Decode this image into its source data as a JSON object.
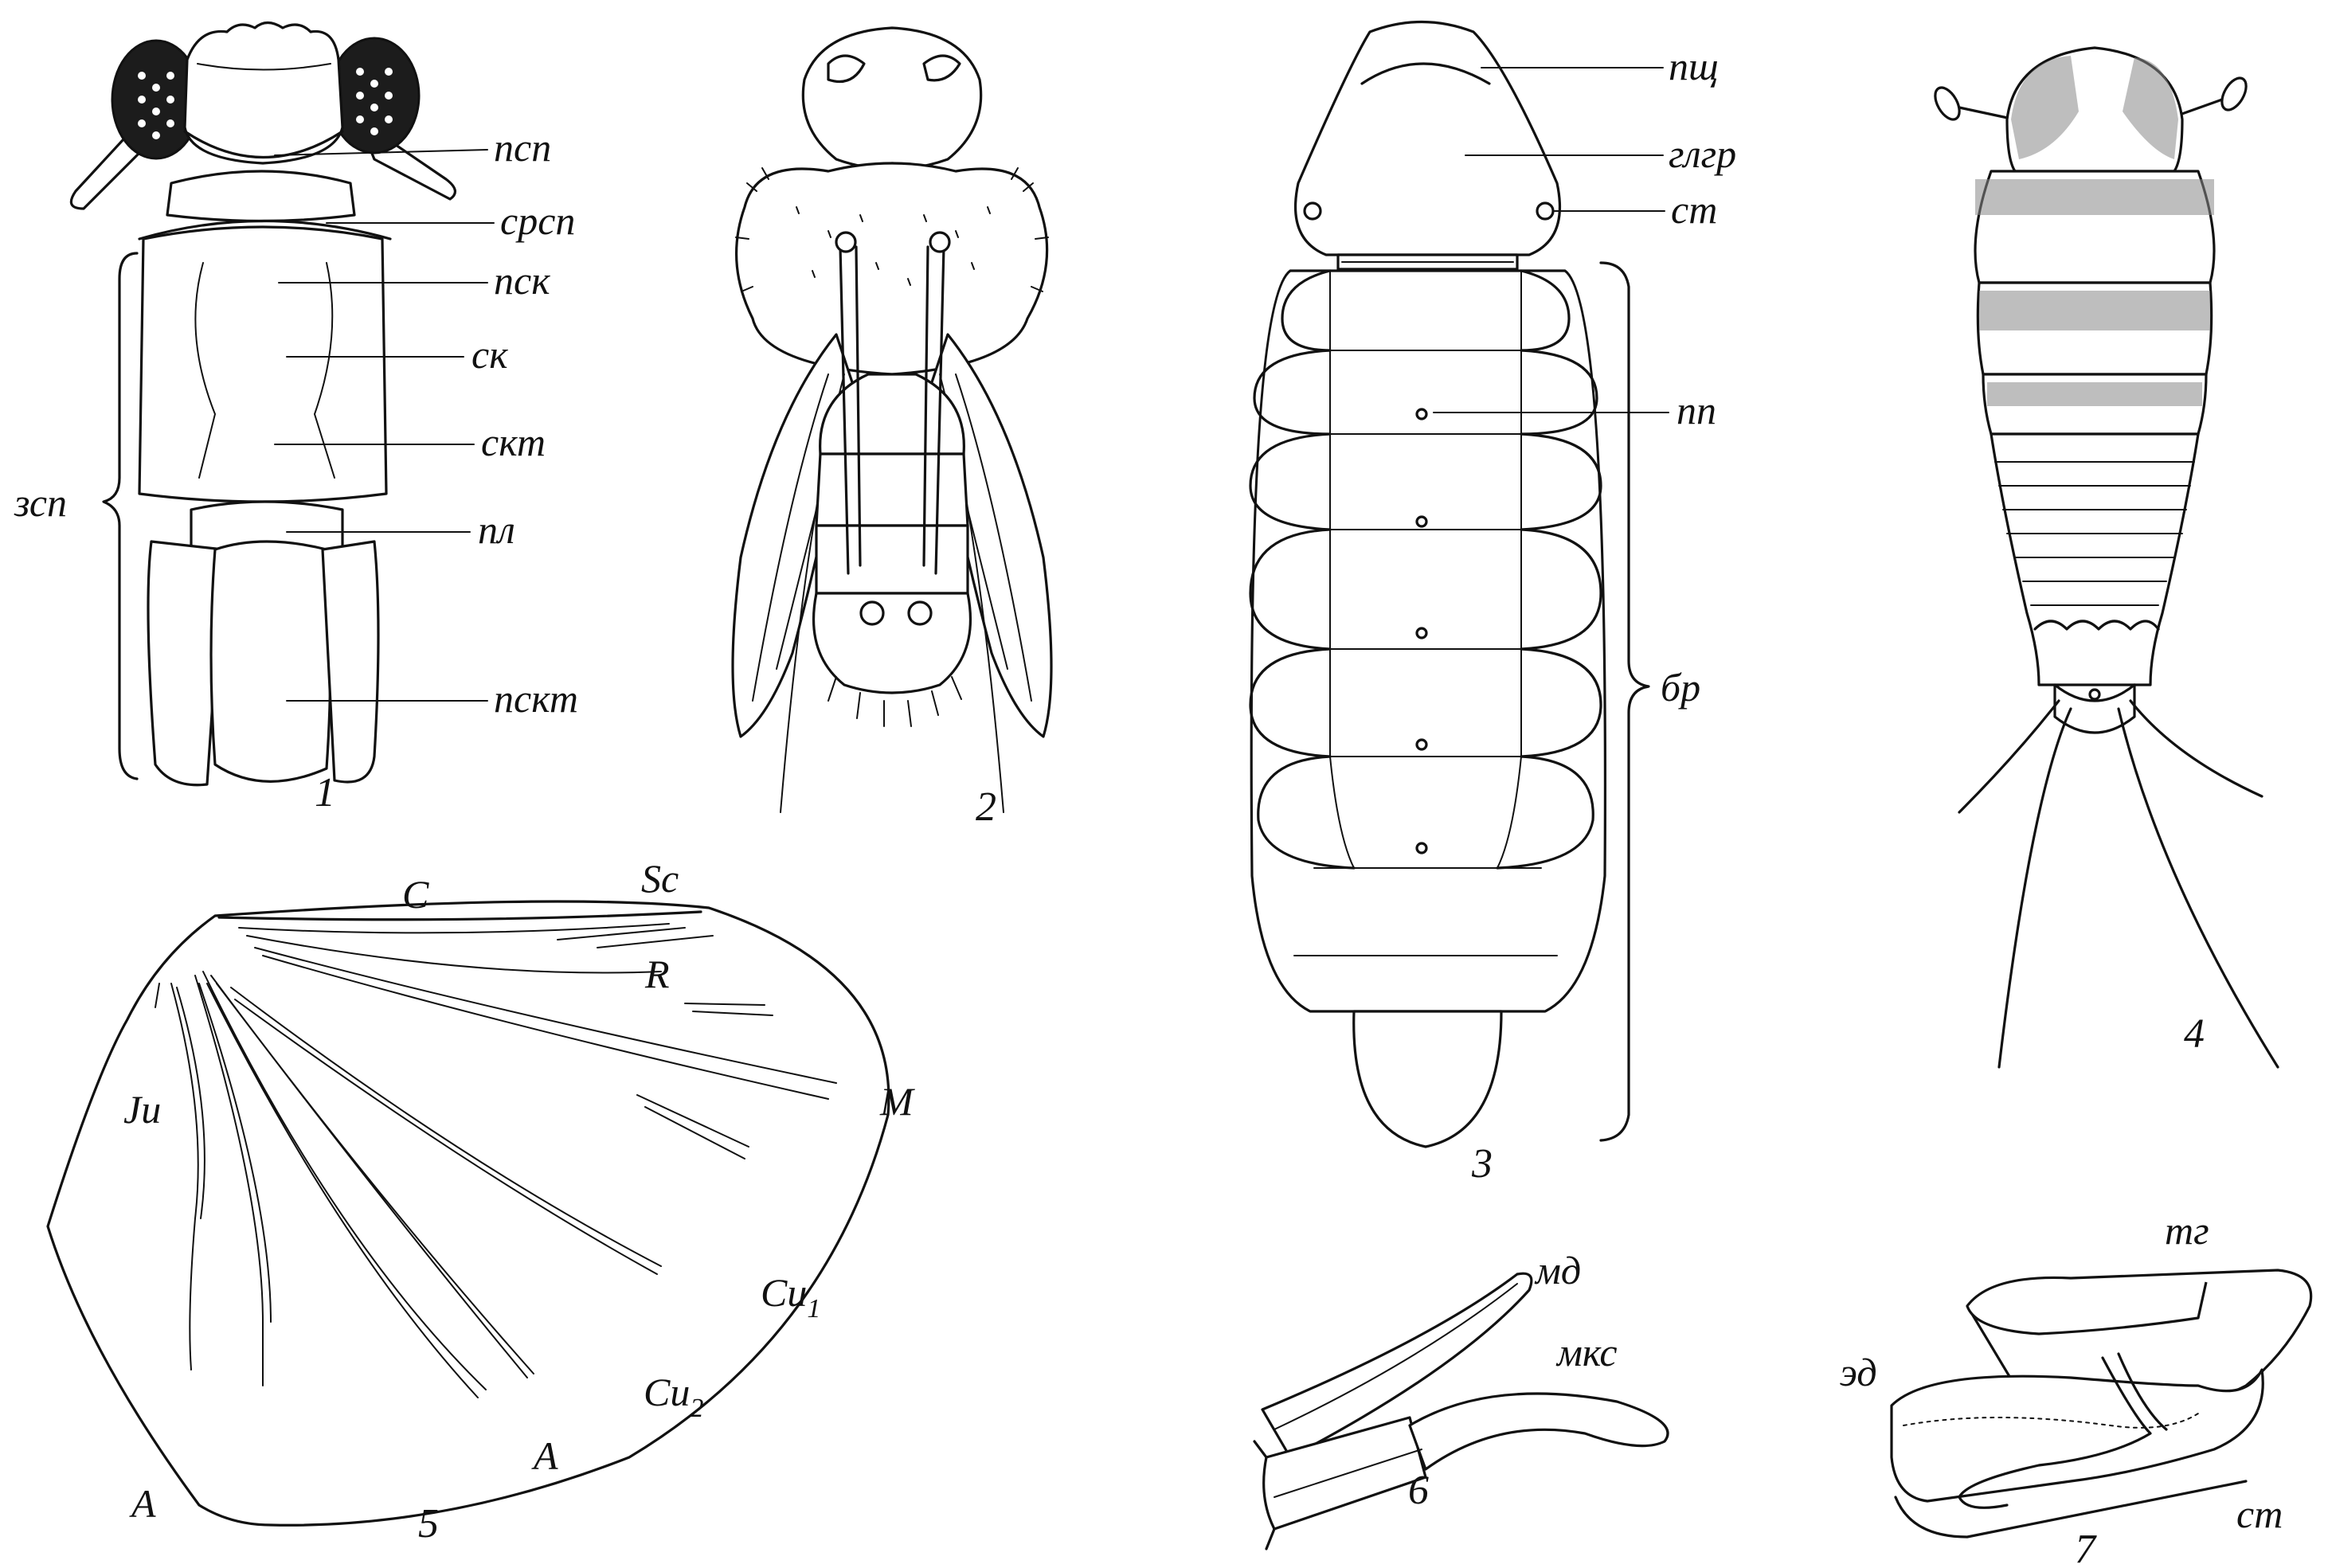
{
  "figures": [
    {
      "number": "1",
      "labels": [
        "псп",
        "срсп",
        "пск",
        "ск",
        "скт",
        "пл",
        "пскт"
      ],
      "bracket_label": "зсп"
    },
    {
      "number": "2",
      "labels": []
    },
    {
      "number": "3",
      "labels": [
        "пщ",
        "глгр",
        "ст",
        "пп"
      ],
      "bracket_label": "бр"
    },
    {
      "number": "4",
      "labels": []
    },
    {
      "number": "5",
      "labels": [
        "C",
        "Sc",
        "R",
        "M",
        "Ju",
        "A",
        "A"
      ],
      "labels_subscripted": [
        {
          "base": "Cu",
          "sub": "1"
        },
        {
          "base": "Cu",
          "sub": "2"
        }
      ]
    },
    {
      "number": "6",
      "labels": [
        "мд",
        "мкс"
      ]
    },
    {
      "number": "7",
      "labels": [
        "тг",
        "эд",
        "ст"
      ]
    }
  ],
  "colors": {
    "ink": "#111111",
    "paper": "#ffffff"
  }
}
